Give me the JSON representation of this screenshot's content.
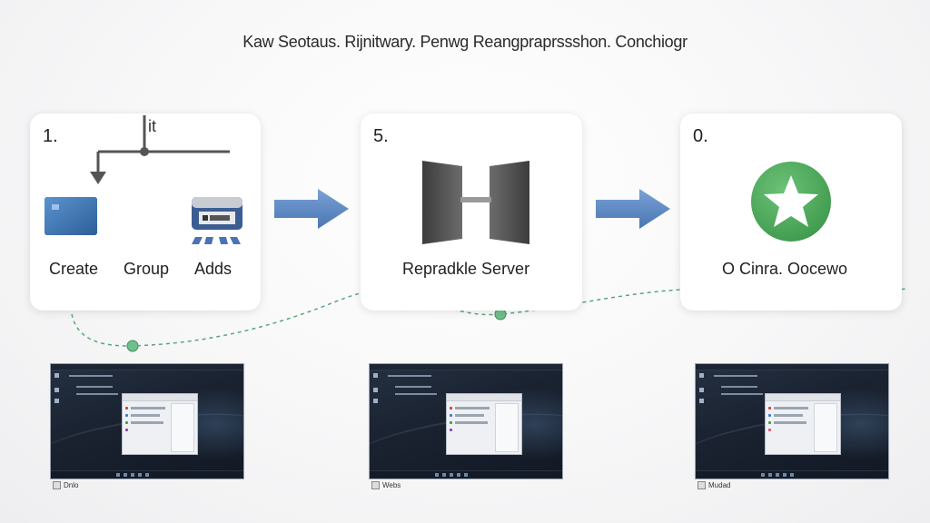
{
  "title": "Kaw Seotaus. Rijnitwary. Penwg Reangpraprssshon. Conchiogr",
  "steps": [
    {
      "number": "1.",
      "top_label": "it",
      "captions": [
        "Create",
        "Group",
        "Adds"
      ],
      "icons": [
        "folder-icon",
        "printer-icon"
      ]
    },
    {
      "number": "5.",
      "caption": "Repradkle Server",
      "icons": [
        "server-doors-icon"
      ]
    },
    {
      "number": "0.",
      "caption": "O Cinra. Oocewo",
      "icons": [
        "star-badge-icon"
      ]
    }
  ],
  "arrows": [
    "right-arrow-icon",
    "right-arrow-icon"
  ],
  "screenshots": [
    {
      "label": "Dnlo"
    },
    {
      "label": "Webs"
    },
    {
      "label": "Mudad"
    }
  ],
  "colors": {
    "arrow_blue": "#5b86c0",
    "connector_green": "#5aa67a",
    "star_green": "#4caa5a",
    "folder_blue": "#3f79b8"
  }
}
